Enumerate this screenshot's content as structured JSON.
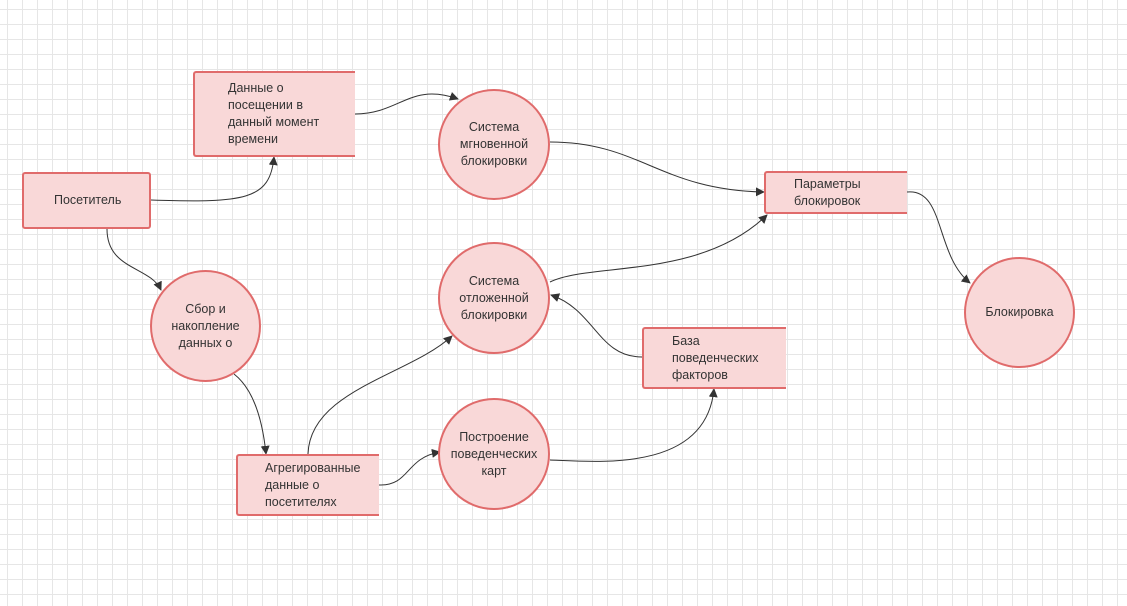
{
  "diagram": {
    "nodes": [
      {
        "id": "visitor",
        "shape": "rect",
        "label": "Посетитель"
      },
      {
        "id": "visit-data",
        "shape": "datastore",
        "label": "Данные о\nпосещении в\nданный момент\nвремени"
      },
      {
        "id": "instant",
        "shape": "circle",
        "label": "Система\nмгновенной\nблокировки"
      },
      {
        "id": "params",
        "shape": "datastore",
        "label": "Параметры\nблокировок"
      },
      {
        "id": "delayed",
        "shape": "circle",
        "label": "Система\nотложенной\nблокировки"
      },
      {
        "id": "collect",
        "shape": "circle",
        "label": "Сбор и\nнакопление\nданных о"
      },
      {
        "id": "block",
        "shape": "circle",
        "label": "Блокировка"
      },
      {
        "id": "factors",
        "shape": "datastore",
        "label": "База\nповеденческих\nфакторов"
      },
      {
        "id": "aggregated",
        "shape": "datastore",
        "label": "Агрегированные\nданные о\nпосетителях"
      },
      {
        "id": "maps",
        "shape": "circle",
        "label": "Построение\nповеденческих\nкарт"
      }
    ],
    "edges": [
      {
        "from": "visitor",
        "to": "visit-data"
      },
      {
        "from": "visit-data",
        "to": "instant"
      },
      {
        "from": "instant",
        "to": "params"
      },
      {
        "from": "params",
        "to": "block"
      },
      {
        "from": "visitor",
        "to": "collect"
      },
      {
        "from": "collect",
        "to": "aggregated"
      },
      {
        "from": "aggregated",
        "to": "delayed"
      },
      {
        "from": "aggregated",
        "to": "maps"
      },
      {
        "from": "maps",
        "to": "factors"
      },
      {
        "from": "factors",
        "to": "delayed"
      },
      {
        "from": "delayed",
        "to": "params"
      }
    ],
    "colors": {
      "node_fill": "#f9d8d8",
      "node_border": "#e06b6b",
      "edge": "#333333",
      "grid": "#e6e6e6"
    }
  }
}
